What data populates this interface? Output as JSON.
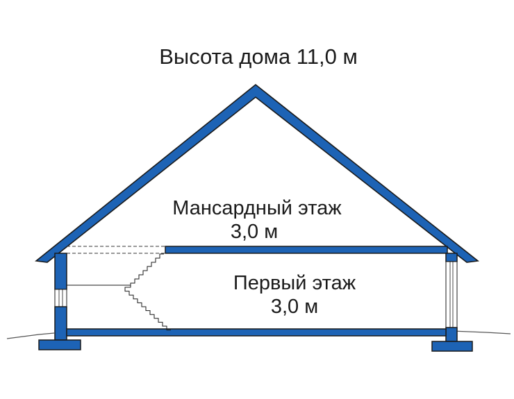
{
  "title": "Высота дома 11,0 м",
  "attic": {
    "label": "Мансардный этаж",
    "height": "3,0 м"
  },
  "first_floor": {
    "label": "Первый этаж",
    "height": "3,0 м"
  },
  "colors": {
    "structure": "#1d63b5",
    "outline": "#1a1a1a",
    "background": "#ffffff"
  }
}
